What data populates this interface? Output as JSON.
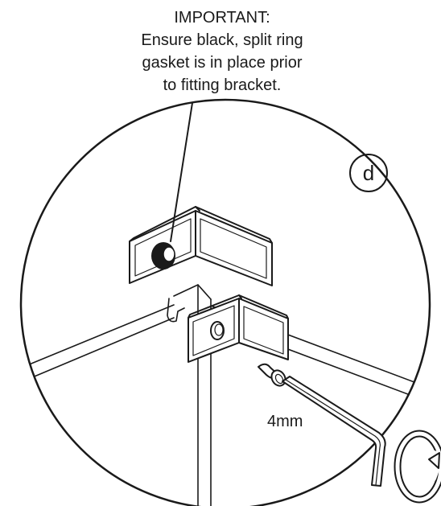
{
  "note": {
    "lines": [
      "IMPORTANT:",
      "Ensure black, split ring",
      "gasket is in place prior",
      "to fitting bracket."
    ]
  },
  "step_label": "d",
  "tool_size": "4mm",
  "icons": {
    "rotation": "rotate-clockwise-icon",
    "tool": "hex-key-icon",
    "gasket": "split-ring-gasket-icon"
  }
}
